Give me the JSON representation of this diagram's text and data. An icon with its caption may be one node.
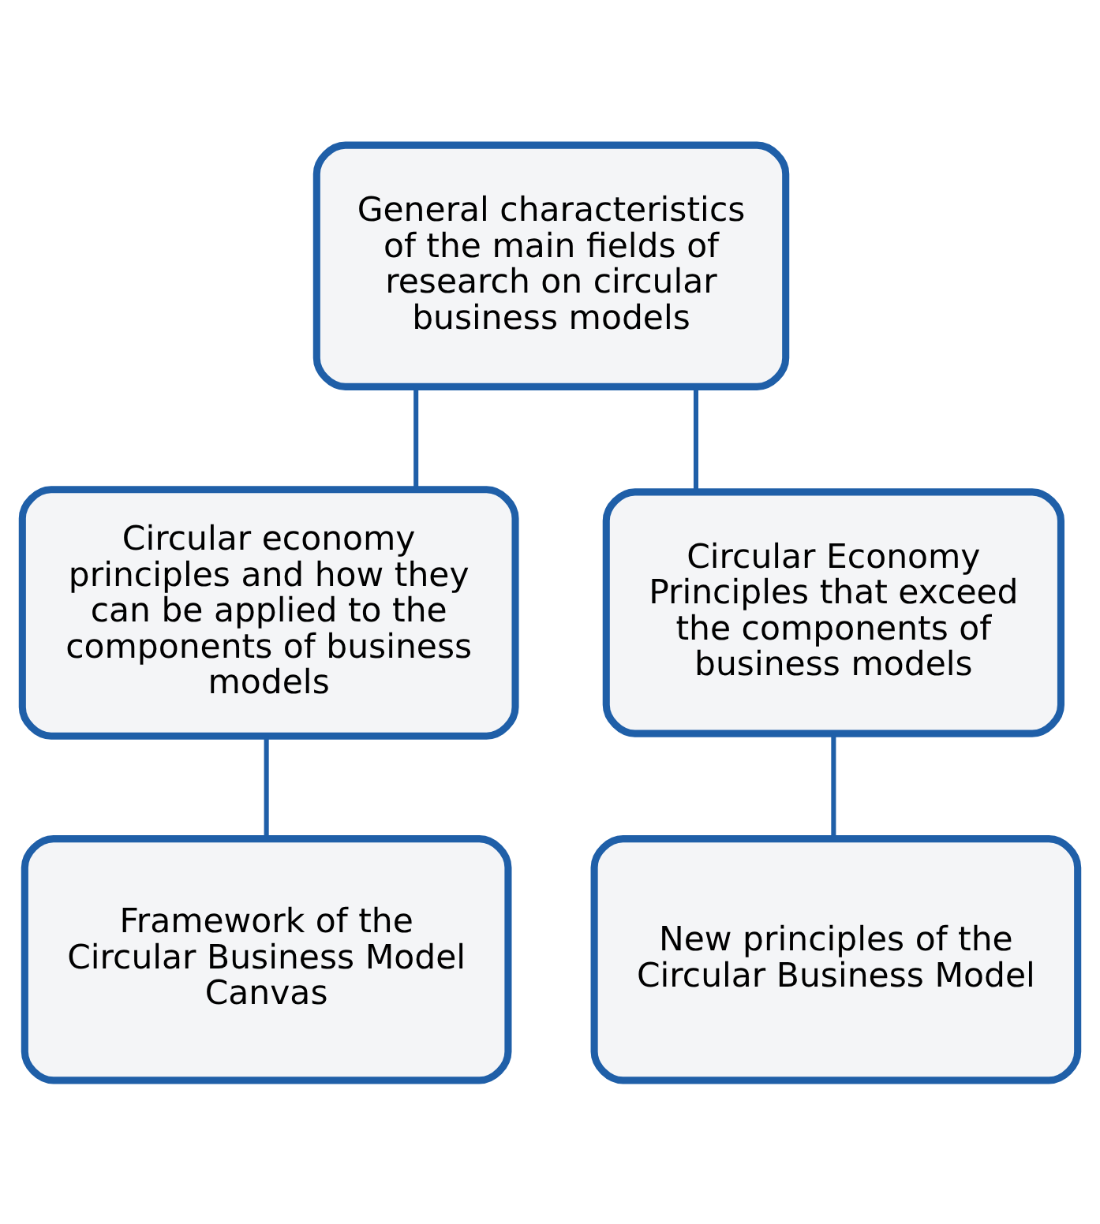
{
  "diagram": {
    "nodes": [
      {
        "text": [
          "General characteristics of the main fields of research on circular business models"
        ]
      },
      {
        "text": [
          "Circular economy principles and how they can be applied to the components of business models"
        ]
      },
      {
        "text": [
          "Circular Economy Principles that exceed the components of business models"
        ]
      },
      {
        "text": [
          "Framework of the Circular Business Model Canvas"
        ]
      },
      {
        "text": [
          "New principles of the Circular Business Model"
        ]
      }
    ],
    "edges": [
      {
        "from": 0,
        "to": 1,
        "arrow": "none"
      },
      {
        "from": 0,
        "to": 2,
        "arrow": "none"
      },
      {
        "from": 1,
        "to": 3,
        "arrow": "none"
      },
      {
        "from": 2,
        "to": 4,
        "arrow": "none"
      }
    ]
  }
}
